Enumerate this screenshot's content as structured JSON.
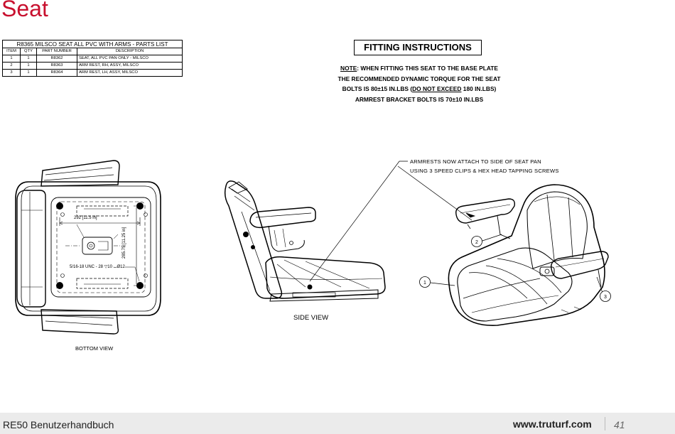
{
  "page": {
    "title": "Seat"
  },
  "parts_list": {
    "caption": "R8365 MILSCO SEAT ALL PVC WITH ARMS - PARTS LIST",
    "headers": [
      "ITEM",
      "QTY",
      "PART NUMBER",
      "DESCRIPTION"
    ],
    "rows": [
      [
        "1",
        "1",
        "R8362",
        "SEAT, ALL PVC PAN ONLY - MILSCO"
      ],
      [
        "2",
        "1",
        "R8363",
        "ARM REST, RH, ASSY, MILSCO"
      ],
      [
        "3",
        "1",
        "R8364",
        "ARM REST, LH, ASSY, MILSCO"
      ]
    ]
  },
  "fitting": {
    "heading": "FITTING INSTRUCTIONS",
    "note_label": "NOTE",
    "line1_rest": ": WHEN FITTING THIS SEAT TO THE BASE PLATE",
    "line2": "THE RECOMMENDED DYNAMIC TORQUE FOR THE SEAT",
    "line3_pre": "BOLTS IS 80±15 IN.LBS (",
    "line3_under": "DO NOT EXCEED",
    "line3_post": " 180 IN.LBS)",
    "line4": "ARMREST BRACKET BOLTS IS 70±10 IN.LBS"
  },
  "callout": {
    "line1": "ARMRESTS NOW ATTACH TO SIDE OF SEAT PAN",
    "line2": "USING 3 SPEED CLIPS & HEX HEAD TAPPING SCREWS"
  },
  "balloons": [
    "1",
    "2",
    "3"
  ],
  "views": {
    "side": "SIDE VIEW",
    "bottom": "BOTTOM VIEW"
  },
  "dimensions": {
    "width": "292 [11.5 in]",
    "depth": "285.75 [11.25 in]",
    "bolt": "5/16-18 UNC - 28 ▽10 ⌴Ø12"
  },
  "footer": {
    "manual": "RE50 Benutzerhandbuch",
    "url": "www.truturf.com",
    "page_number": "41"
  },
  "colors": {
    "title": "#c8102e",
    "footer_bg": "#ebebeb"
  }
}
